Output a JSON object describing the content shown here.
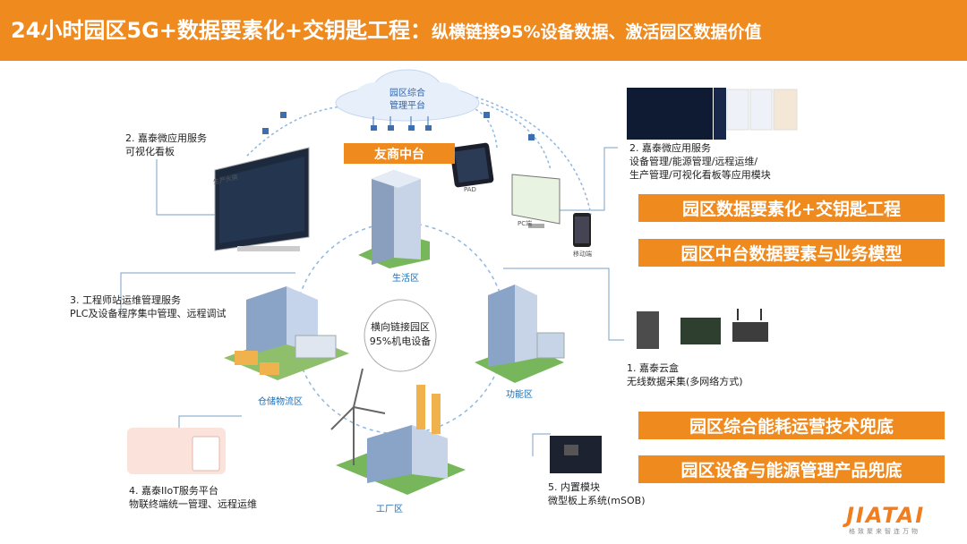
{
  "header": {
    "title_main": "24小时园区5G+数据要素化+交钥匙工程：",
    "title_sub": "纵横链接95%设备数据、激活园区数据价值"
  },
  "cloud": {
    "label": "园区综合\n管理平台"
  },
  "youshang": "友商中台",
  "center": "横向链接园区\n95%机电设备",
  "zones": {
    "living": "生活区",
    "warehouse": "仓储物流区",
    "function": "功能区",
    "factory": "工厂区"
  },
  "device_labels": {
    "pad": "PAD",
    "pc": "PC端",
    "mobile": "移动端",
    "screen": "生产大屏"
  },
  "labels": {
    "micro_app_left": "2. 嘉泰微应用服务\n可视化看板",
    "micro_app_right": "2. 嘉泰微应用服务\n设备管理/能源管理/远程运维/\n生产管理/可视化看板等应用模块",
    "engineer": "3. 工程师站运维管理服务\nPLC及设备程序集中管理、远程调试",
    "cloudbox": "1. 嘉泰云盒\n无线数据采集(多网络方式)",
    "iiot": "4. 嘉泰IIoT服务平台\n物联终端统一管理、远程运维",
    "module": "5. 内置模块\n微型板上系统(mSOB)"
  },
  "banners": [
    "园区数据要素化+交钥匙工程",
    "园区中台数据要素与业务模型",
    "园区综合能耗运营技术兜底",
    "园区设备与能源管理产品兜底"
  ],
  "logo": {
    "text": "JIATAI",
    "tagline": "格致聚来智连万物"
  },
  "colors": {
    "accent": "#ef8a1e",
    "blue": "#1a6fb8",
    "cloud": "#e6effa"
  },
  "icons": [
    "cloud-icon",
    "lock-icon",
    "building-icon",
    "warehouse-icon",
    "factory-icon",
    "wind-turbine-icon",
    "monitor-icon",
    "tablet-icon",
    "phone-icon",
    "gateway-icon",
    "circuit-board-icon"
  ]
}
